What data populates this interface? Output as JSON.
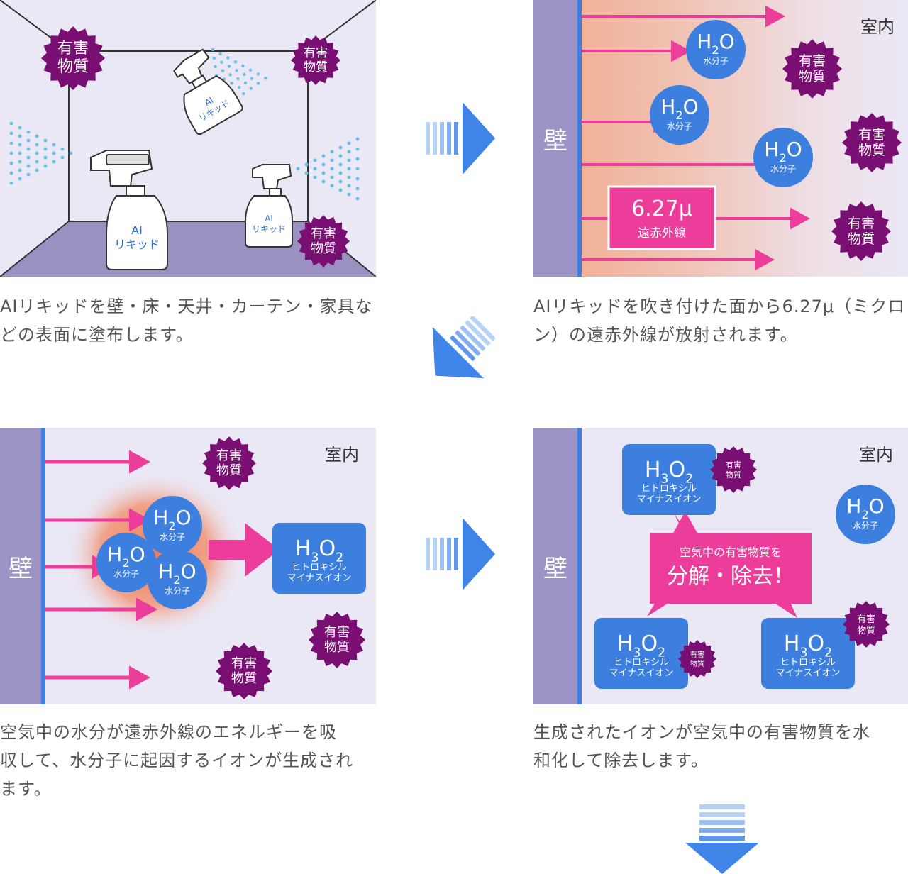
{
  "labels": {
    "harmful": [
      "有害",
      "物質"
    ],
    "liquid": [
      "AI",
      "リキッド"
    ],
    "wall": "壁",
    "room": "室内",
    "water_formula": {
      "base": "H",
      "sub": "2",
      "tail": "O"
    },
    "water_name": "水分子",
    "ion_formula": {
      "base": "H",
      "sub1": "3",
      "mid": "O",
      "sub2": "2"
    },
    "ion_name": [
      "ヒトロキシル",
      "マイナスイオン"
    ],
    "infrared_value": "6.27μ",
    "infrared_name": "遠赤外線",
    "bubble_line1": "空気中の有害物質を",
    "bubble_line2": "分解・除去！"
  },
  "captions": [
    "AIリキッドを壁・床・天井・カーテン・家具な\nどの表面に塗布します。",
    "AIリキッドを吹き付けた面から6.27μ（ミクロ\nン）の遠赤外線が放射されます。",
    "空気中の水分が遠赤外線のエネルギーを吸\n収して、水分子に起因するイオンが生成され\nます。",
    "生成されたイオンが空気中の有害物質を水\n和化して除去します。"
  ],
  "colors": {
    "panel_bg": "#ebe8f6",
    "floor": "#9a90c2",
    "wall": "#9b93c4",
    "wall_edge": "#3d7fe0",
    "ray": "#ec3d9a",
    "harmful": "#7a0f73",
    "molecule": "#3c7fdf",
    "spray": "#69bfe6",
    "arrow_dark": "#3f84e6",
    "arrow_light": "#b9d3f5"
  }
}
